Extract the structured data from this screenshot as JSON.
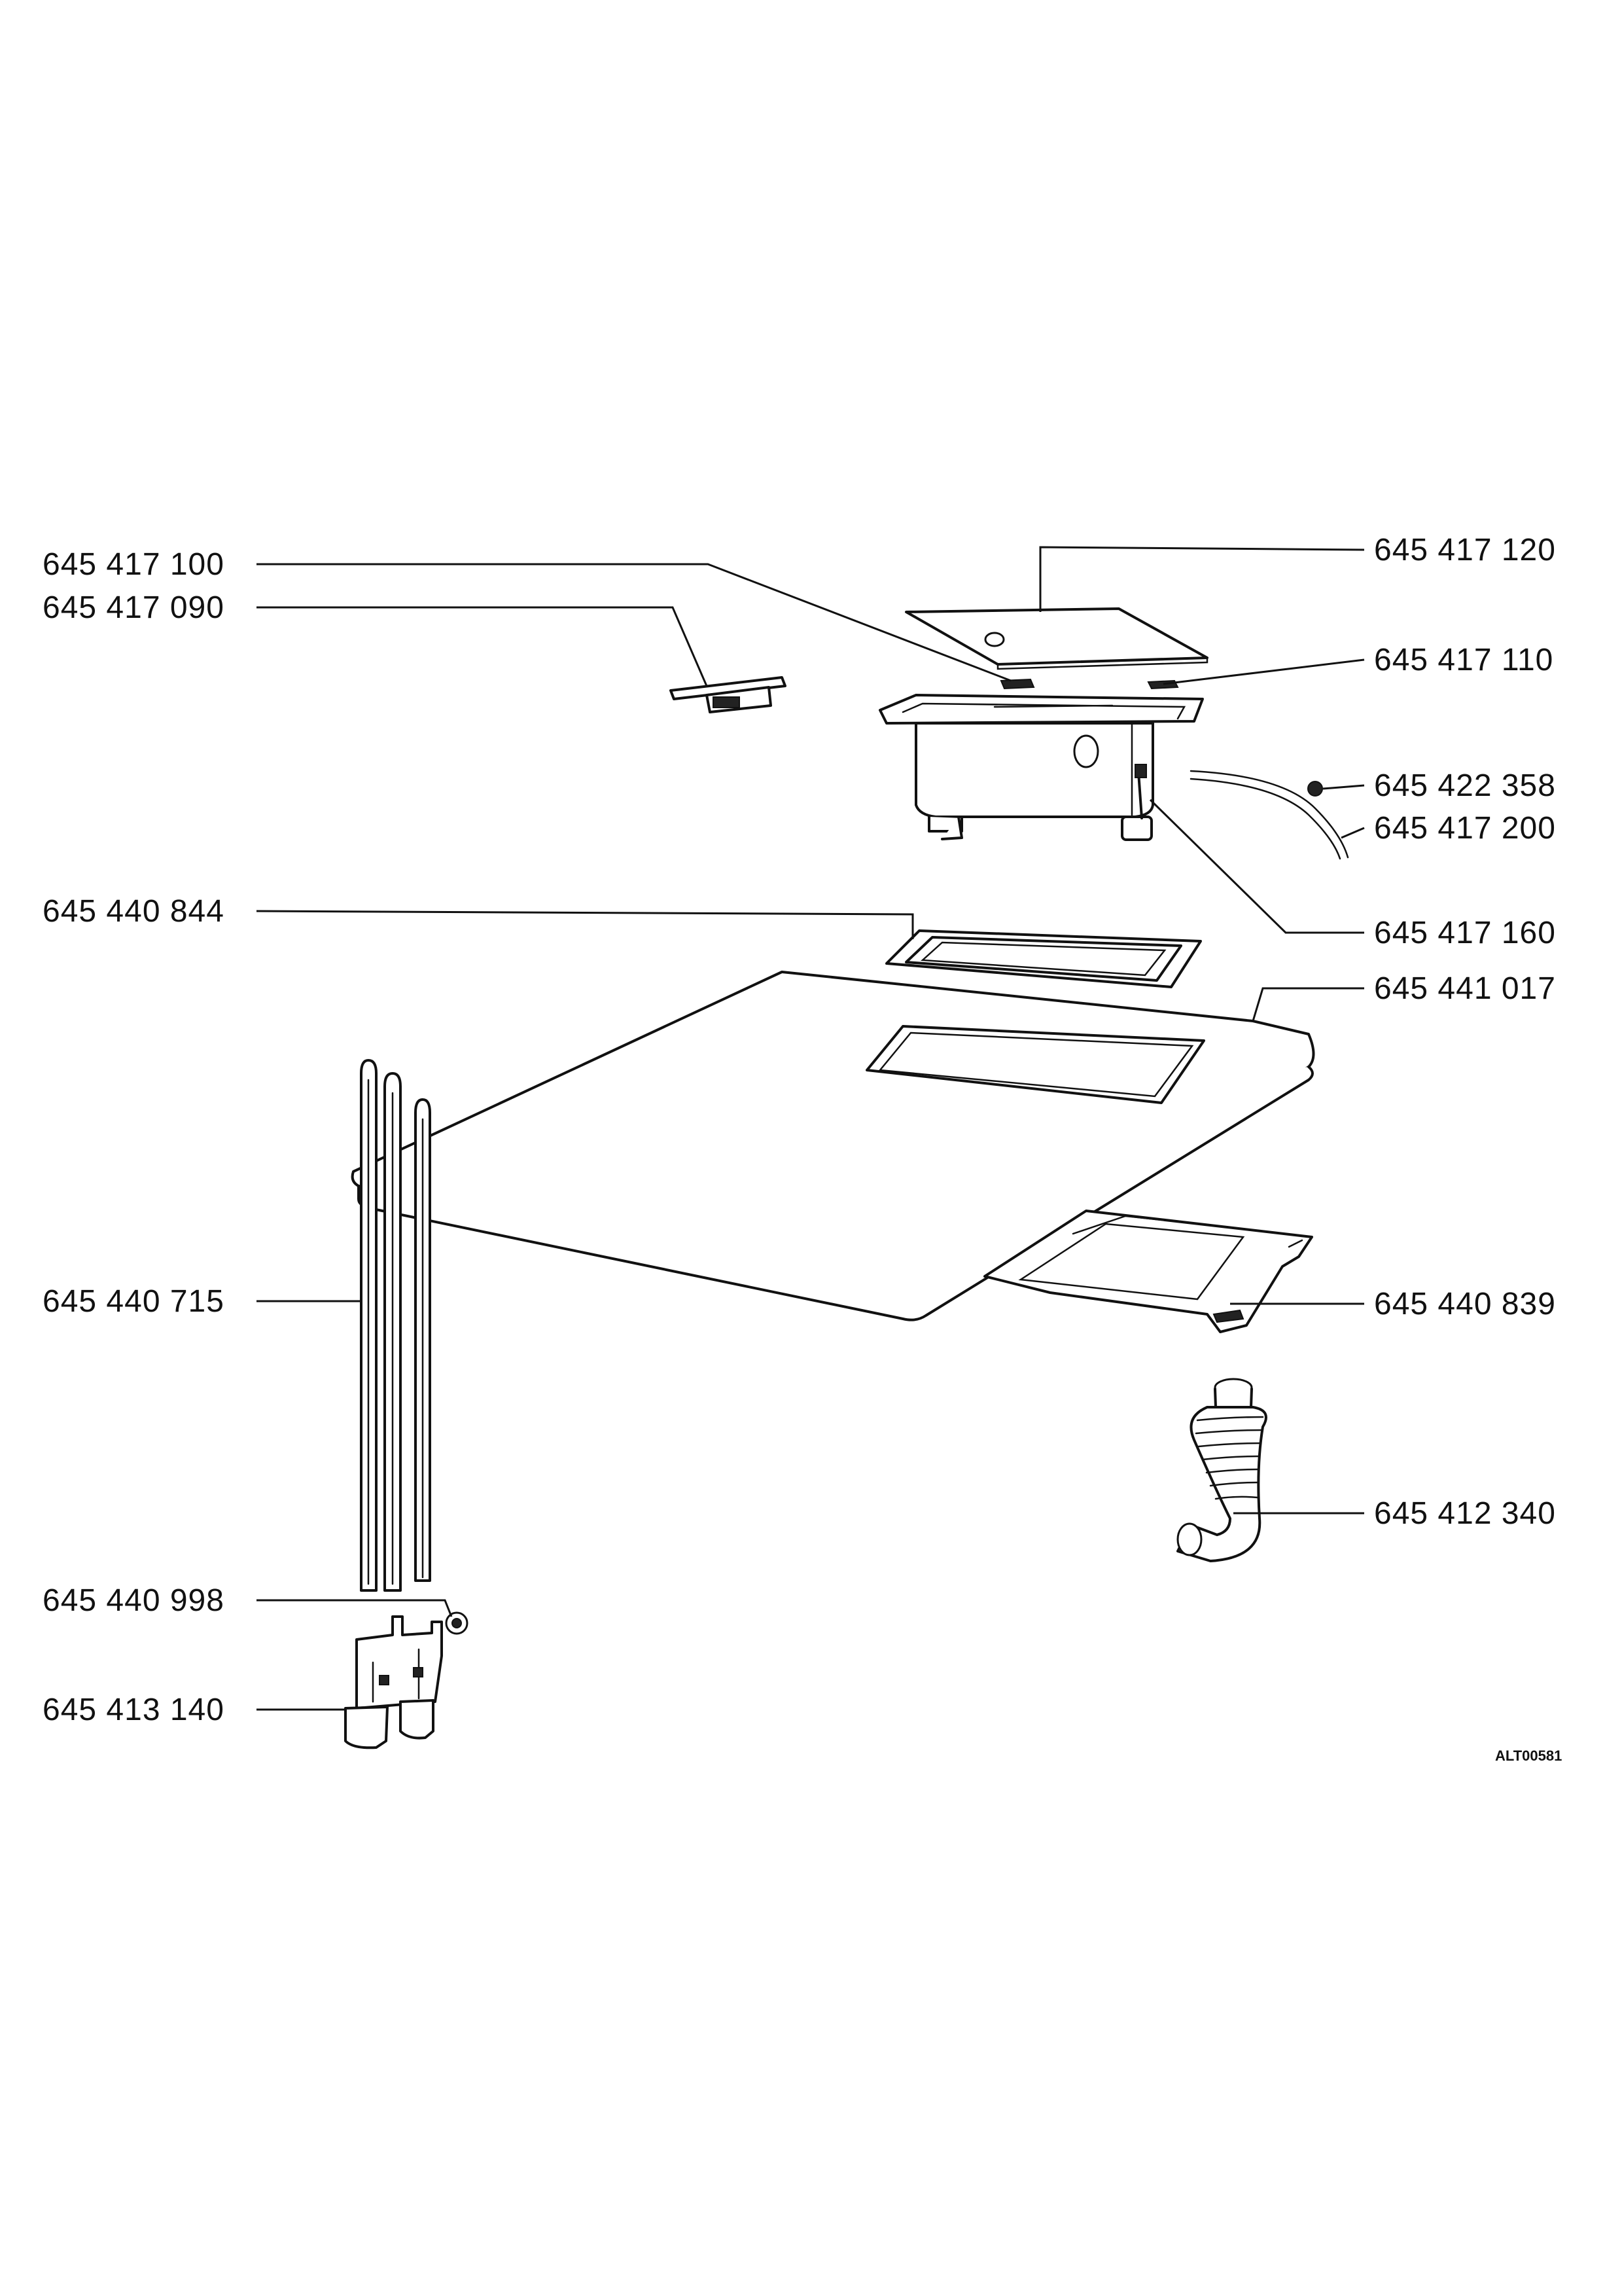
{
  "labels": {
    "p417100": "645 417 100",
    "p417090": "645 417 090",
    "p417120": "645 417 120",
    "p417110": "645 417 110",
    "p422358": "645 422 358",
    "p417200": "645 417 200",
    "p417160": "645 417 160",
    "p440844": "645 440 844",
    "p441017": "645 441 017",
    "p440715": "645 440 715",
    "p440839": "645 440 839",
    "p412340": "645 412 340",
    "p440998": "645 440 998",
    "p413140": "645 413 140"
  },
  "drawing_code": "ALT00581"
}
